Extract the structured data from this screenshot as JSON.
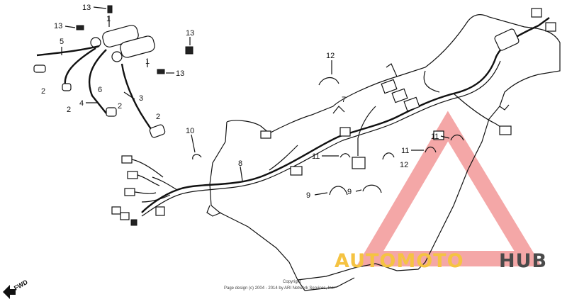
{
  "callouts": {
    "c13a": "13",
    "c13b": "13",
    "c13c": "13",
    "c13d": "13",
    "c1a": "1",
    "c1b": "1",
    "c5": "5",
    "c2a": "2",
    "c2b": "2",
    "c2c": "2",
    "c2d": "2",
    "c6": "6",
    "c4": "4",
    "c3": "3",
    "c12a": "12",
    "c12b": "12",
    "c7": "7",
    "c10": "10",
    "c8": "8",
    "c11a": "11",
    "c11b": "11",
    "c11c": "11",
    "c9a": "9",
    "c9b": "9"
  },
  "copyright": {
    "line1": "Copyright",
    "line2": "Page design (c) 2004 - 2014 by ARI Network Services, Inc."
  },
  "direction_label": "FWD",
  "watermark": {
    "part1": "AUTOMOTO",
    "part2": "HUB",
    "colors": {
      "triangle": "#f08a8a",
      "accent": "#f5c342",
      "dark": "#4a4a4a"
    }
  }
}
